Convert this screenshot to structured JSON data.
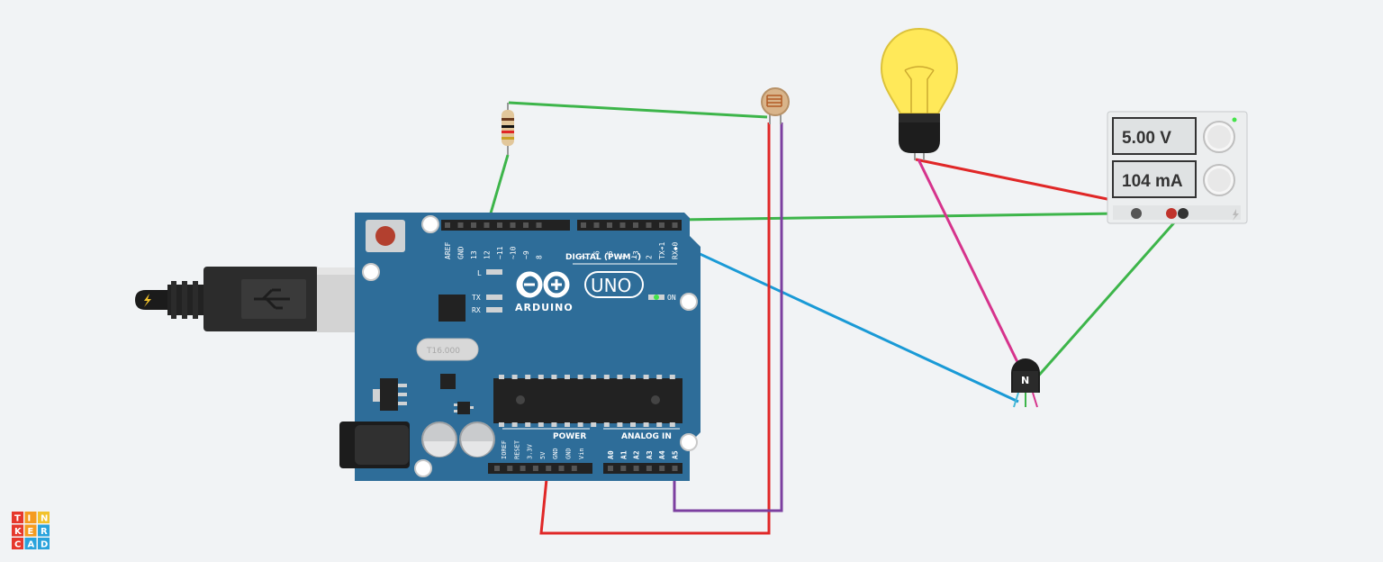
{
  "app": {
    "logo_letters": [
      "T",
      "I",
      "N",
      "K",
      "E",
      "R",
      "C",
      "A",
      "D"
    ],
    "logo_colors": [
      "#e6382c",
      "#f59b1f",
      "#f2c22c",
      "#e6382c",
      "#f59b1f",
      "#2aa3dc",
      "#e6382c",
      "#2aa3dc",
      "#2aa3dc"
    ]
  },
  "board": {
    "brand": "ARDUINO",
    "model": "UNO",
    "digital_header_label": "DIGITAL (PWM~)",
    "digital_pins": [
      "AREF",
      "GND",
      "13",
      "12",
      "~11",
      "~10",
      "~9",
      "8",
      "7",
      "~6",
      "~5",
      "4",
      "~3",
      "2",
      "TX➔1",
      "RX◆0"
    ],
    "power_header_label": "POWER",
    "power_pins": [
      "IOREF",
      "RESET",
      "3.3V",
      "5V",
      "GND",
      "GND",
      "Vin"
    ],
    "analog_header_label": "ANALOG IN",
    "analog_pins": [
      "A0",
      "A1",
      "A2",
      "A3",
      "A4",
      "A5"
    ],
    "led_labels": [
      "L",
      "TX",
      "RX"
    ],
    "on_label": "ON",
    "crystal_label": "T16.000",
    "board_color": "#2e6d99"
  },
  "power_supply": {
    "voltage_display": "5.00 V",
    "current_display": "104 mA"
  },
  "transistor": {
    "type_label": "N"
  },
  "wires": [
    {
      "id": "wire-5v-red",
      "color": "#e02727"
    },
    {
      "id": "wire-a5-purple",
      "color": "#7c3fa0"
    },
    {
      "id": "wire-gnd-green",
      "color": "#3db54a"
    },
    {
      "id": "wire-pin3-blue",
      "color": "#1a9ad6"
    },
    {
      "id": "wire-lamp-pink",
      "color": "#d6338c"
    },
    {
      "id": "wire-supply-red",
      "color": "#e02727"
    }
  ]
}
